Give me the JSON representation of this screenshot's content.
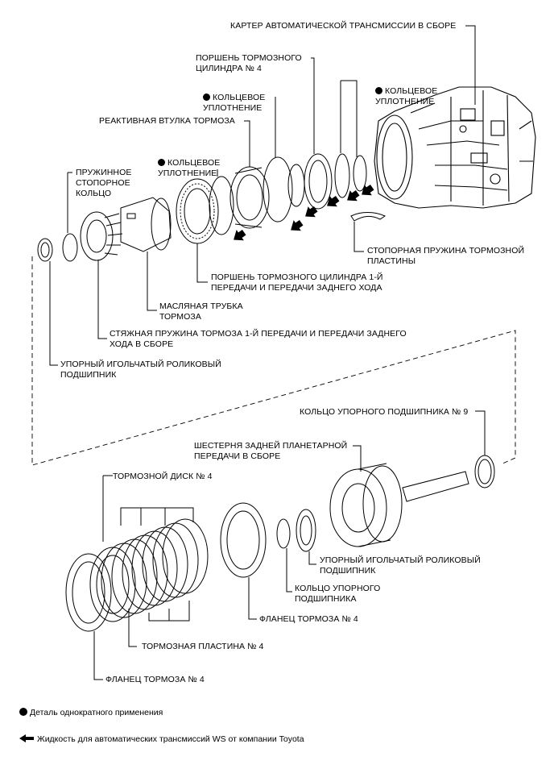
{
  "labels": {
    "case": "КАРТЕР АВТОМАТИЧЕСКОЙ ТРАНСМИССИИ В СБОРЕ",
    "piston4": "ПОРШЕНЬ ТОРМОЗНОГО\nЦИЛИНДРА № 4",
    "oring_a": "КОЛЬЦЕВОЕ\nУПЛОТНЕНИЕ",
    "oring_b": "КОЛЬЦЕВОЕ\nУПЛОТНЕНИЕ",
    "reaction_sleeve": "РЕАКТИВНАЯ ВТУЛКА ТОРМОЗА",
    "oring_c": "КОЛЬЦЕВОЕ\nУПЛОТНЕНИЕ",
    "snap_ring": "ПРУЖИННОЕ\nСТОПОРНОЕ\nКОЛЬЦО",
    "plate_snap": "СТОПОРНАЯ ПРУЖИНА ТОРМОЗНОЙ\nПЛАСТИНЫ",
    "piston_1st": "ПОРШЕНЬ ТОРМОЗНОГО ЦИЛИНДРА 1-Й\nПЕРЕДАЧИ И ПЕРЕДАЧИ ЗАДНЕГО ХОДА",
    "oil_tube": "МАСЛЯНАЯ ТРУБКА\nТОРМОЗА",
    "return_spring": "СТЯЖНАЯ ПРУЖИНА ТОРМОЗА 1-Й ПЕРЕДАЧИ И ПЕРЕДАЧИ ЗАДНЕГО\nХОДА В СБОРЕ",
    "needle_bearing_top": "УПОРНЫЙ ИГОЛЬЧАТЫЙ РОЛИКОВЫЙ\nПОДШИПНИК",
    "race9": "КОЛЬЦО УПОРНОГО ПОДШИПНИКА № 9",
    "planetary": "ШЕСТЕРНЯ ЗАДНЕЙ ПЛАНЕТАРНОЙ\nПЕРЕДАЧИ В СБОРЕ",
    "disc4": "ТОРМОЗНОЙ ДИСК № 4",
    "needle_bearing_bottom": "УПОРНЫЙ ИГОЛЬЧАТЫЙ РОЛИКОВЫЙ\nПОДШИПНИК",
    "bearing_race": "КОЛЬЦО УПОРНОГО\nПОДШИПНИКА",
    "flange4_right": "ФЛАНЕЦ ТОРМОЗА № 4",
    "plate4": "ТОРМОЗНАЯ ПЛАСТИНА № 4",
    "flange4_left": "ФЛАНЕЦ ТОРМОЗА № 4"
  },
  "legend": {
    "non_reusable": "Деталь однократного применения",
    "fluid": "Жидкость для автоматических трансмиссий WS от компании Toyota"
  },
  "icons": [
    "non-reusable-dot-icon",
    "fluid-arrow-icon"
  ],
  "colors": {
    "ink": "#000000",
    "background": "#ffffff"
  }
}
